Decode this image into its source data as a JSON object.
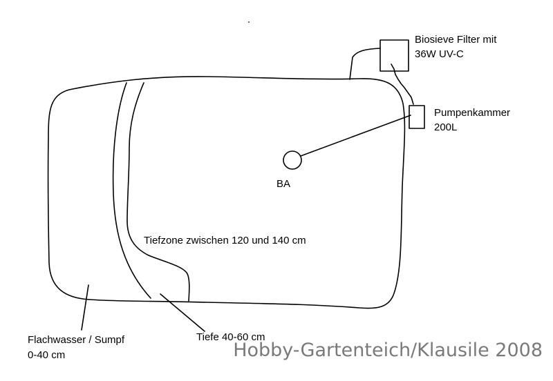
{
  "diagram": {
    "labels": {
      "filter_line1": "Biosieve Filter mit",
      "filter_line2": "36W UV-C",
      "pump_line1": "Pumpenkammer",
      "pump_line2": "200L",
      "bottom_drain": "BA",
      "deep_zone": "Tiefzone zwischen 120 und 140 cm",
      "shallow_line1": "Flachwasser / Sumpf",
      "shallow_line2": "0-40 cm",
      "mid_depth": "Tiefe 40-60 cm"
    },
    "watermark": "Hobby-Gartenteich/Klausile 2008",
    "colors": {
      "line": "#000000",
      "background": "#ffffff",
      "watermark": "#7a7a7a"
    }
  }
}
